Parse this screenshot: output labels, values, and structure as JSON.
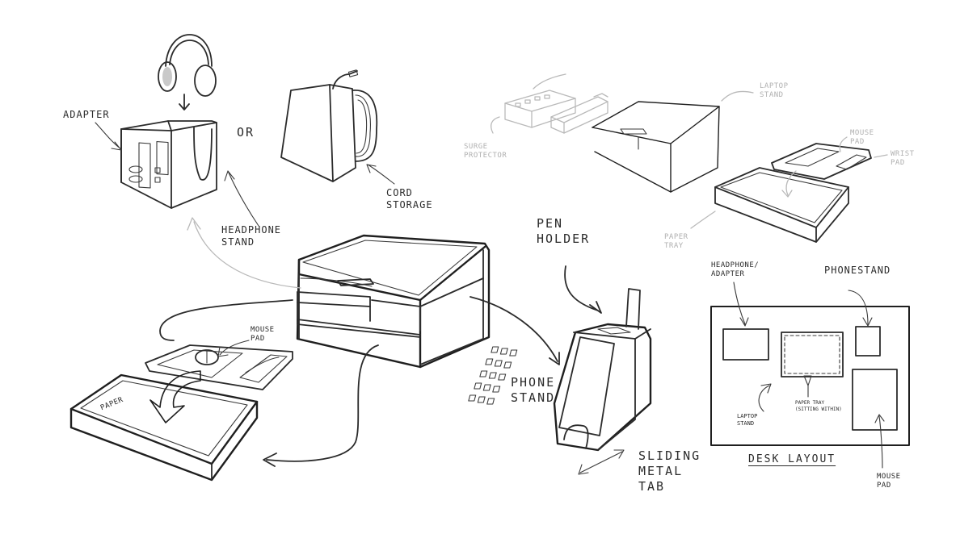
{
  "labels": {
    "adapter": "ADAPTER",
    "or": "OR",
    "headphone_stand": "HEADPHONE\nSTAND",
    "cord_storage": "CORD\nSTORAGE",
    "surge_protector": "SURGE\nPROTECTOR",
    "laptop_stand_top": "LAPTOP\nSTAND",
    "mouse_pad_top": "MOUSE\nPAD",
    "wrist_pad": "WRIST\nPAD",
    "paper_tray_top": "PAPER\nTRAY",
    "pen_holder": "PEN\nHOLDER",
    "phone_stand": "PHONE\nSTAND",
    "sliding_metal_tab": "SLIDING\nMETAL\nTAB",
    "mouse_pad_left": "MOUSE\nPAD",
    "paper": "PAPER",
    "headphone_adapter": "HEADPHONE/\nADAPTER",
    "phonestand": "PHONESTAND",
    "laptop_stand_layout": "LAPTOP\nSTAND",
    "paper_tray_layout": "PAPER TRAY\n(SITTING WITHIN)",
    "desk_layout": "DESK LAYOUT",
    "mouse_pad_layout": "MOUSE\nPAD"
  }
}
